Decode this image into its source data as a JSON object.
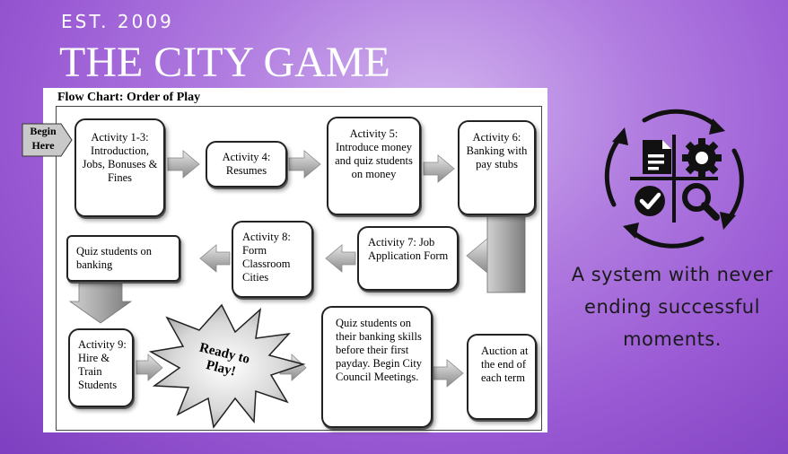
{
  "header": {
    "est": "EST. 2009",
    "title": "THE CITY GAME"
  },
  "flowchart": {
    "heading": "Flow Chart: Order of Play",
    "begin": [
      "Begin",
      "Here"
    ],
    "nodes": {
      "act1_3": "Activity 1-3: Introduction, Jobs, Bonuses & Fines",
      "act4": "Activity 4: Resumes",
      "act5": "Activity 5: Introduce money and quiz students on money",
      "act6": "Activity 6: Banking with pay stubs",
      "act7": "Activity 7: Job Application Form",
      "act8": "Activity 8: Form Classroom Cities",
      "quiz_banking": "Quiz students on banking",
      "act9": "Activity 9: Hire & Train Students",
      "ready": "Ready to Play!",
      "quiz_skills": "Quiz students on their banking skills before their first payday. Begin City Council Meetings.",
      "auction": "Auction at the end of each term"
    }
  },
  "sidebar": {
    "icon": "process-icon",
    "tagline": "A system with never ending successful moments."
  },
  "colors": {
    "bg_light": "#d2b3ee",
    "bg_dark": "#7e3fc0",
    "ink": "#1a1a1a"
  }
}
